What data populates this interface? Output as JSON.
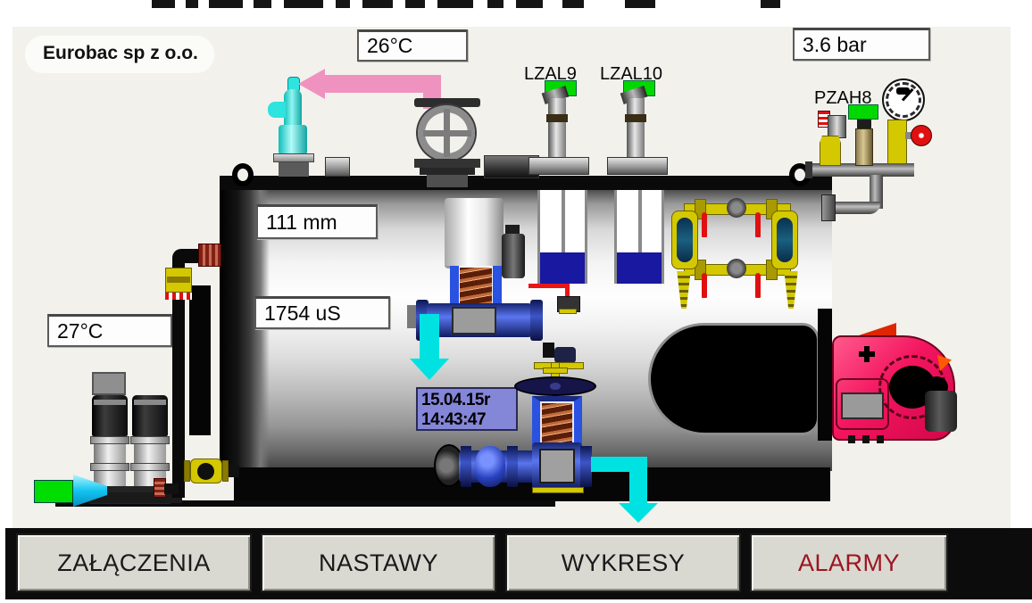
{
  "header": {
    "company": "Eurobac sp z o.o."
  },
  "readouts": {
    "steam_temperature": "26°C",
    "steam_pressure": "3.6 bar",
    "feedwater_temperature": "27°C",
    "water_level": "111 mm",
    "conductivity": "1754 uS"
  },
  "alarms": {
    "lzal9": {
      "label": "LZAL9",
      "state_color": "#00d800"
    },
    "lzal10": {
      "label": "LZAL10",
      "state_color": "#00d800"
    },
    "pzah8": {
      "label": "PZAH8",
      "state_color": "#00d800"
    }
  },
  "clock": {
    "date": "15.04.15r",
    "time": "14:43:47"
  },
  "nav": {
    "buttons": [
      {
        "id": "zalaczenia",
        "label": "ZAŁĄCZENIA",
        "text_color": "#1a1a1a"
      },
      {
        "id": "nastawy",
        "label": "NASTAWY",
        "text_color": "#1a1a1a"
      },
      {
        "id": "wykresy",
        "label": "WYKRESY",
        "text_color": "#1a1a1a"
      },
      {
        "id": "alarmy",
        "label": "ALARMY",
        "text_color": "#9c1520"
      }
    ]
  },
  "colors": {
    "panel_bg": "#f2f1ec",
    "status_ok_green": "#00d800",
    "alarm_text_red": "#9c1520",
    "flow_arrow_cyan": "#00e2e2",
    "steam_arrow_pink": "#f092c0",
    "clock_bg": "#8486d8",
    "burner_pink": "#f31560",
    "gauge_yellow": "#d4c800",
    "water_blue": "#1818a0"
  }
}
